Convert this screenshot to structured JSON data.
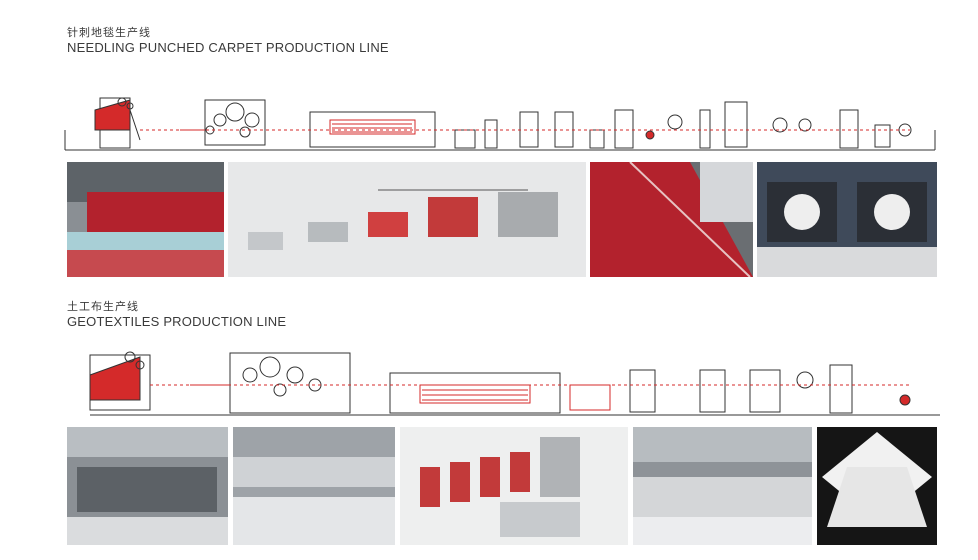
{
  "sections": [
    {
      "title_cn": "针刺地毯生产线",
      "title_en": "NEEDLING PUNCHED CARPET PRODUCTION LINE"
    },
    {
      "title_cn": "土工布生产线",
      "title_en": "GEOTEXTILES PRODUCTION LINE"
    }
  ],
  "colors": {
    "line": "#333333",
    "accent": "#d42a2a",
    "carpet": "#b3222d",
    "machine_grey": "#d8dadc"
  }
}
